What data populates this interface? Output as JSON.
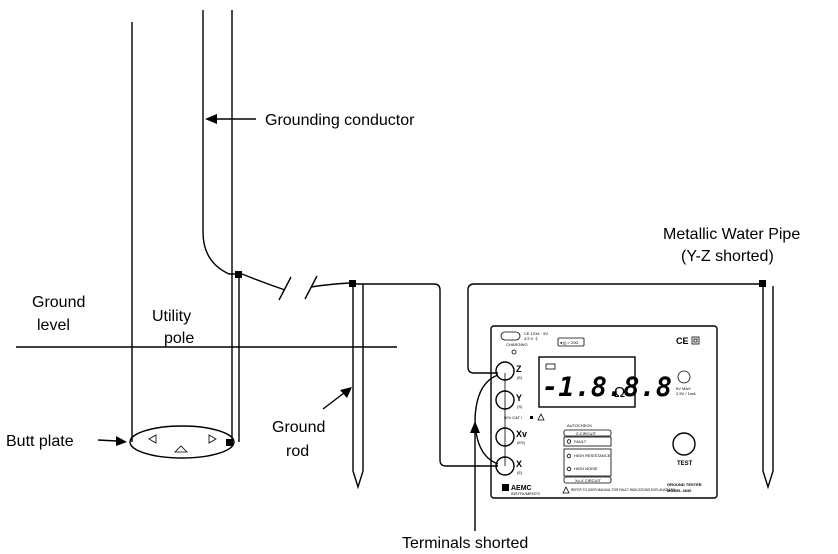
{
  "labels": {
    "grounding_conductor": "Grounding conductor",
    "ground_level_line1": "Ground",
    "ground_level_line2": "level",
    "utility_pole_line1": "Utility",
    "utility_pole_line2": "pole",
    "butt_plate": "Butt plate",
    "ground_rod_line1": "Ground",
    "ground_rod_line2": "rod",
    "water_pipe_line1": "Metallic Water Pipe",
    "water_pipe_line2": "(Y-Z shorted)",
    "terminals_shorted": "Terminals shorted"
  },
  "tester": {
    "display": "-1.8.8.8",
    "unit": "Ω",
    "ce_mark": "CE",
    "continuity_label": "●))) > 20Ω",
    "terminal_z": "Z",
    "terminal_z_sub": "(E)",
    "terminal_y": "Y",
    "terminal_y_sub": "(S)",
    "terminal_xv": "Xv",
    "terminal_xv_sub": "(ES)",
    "terminal_x": "X",
    "terminal_x_sub": "(E)",
    "cat_rating": "50V CAT I",
    "autocheck": "AUTOCHECK",
    "z_circuit": "Z-CIRCUIT",
    "fault": "FAULT",
    "high_resistance": "HIGH RESISTANCE",
    "high_noise": "HIGH NOISE",
    "xv_circuit": "Xv-X CIRCUIT",
    "test_button": "TEST",
    "brand": "AEMC",
    "brand_sub": "INSTRUMENTS",
    "model_line1": "GROUND TESTER",
    "model_line2": "MODEL 4630",
    "warning_text": "REFER TO USER MANUAL FOR FAULT INDICATIONS EXPLANATIONS",
    "charging": "CHARGING"
  }
}
